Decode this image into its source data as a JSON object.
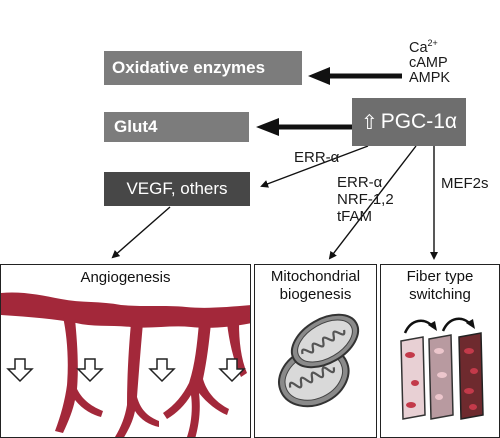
{
  "diagram": {
    "inducers": {
      "line1_base": "Ca",
      "line1_sup": "2+",
      "line2": "cAMP",
      "line3": "AMPK"
    },
    "boxes": {
      "oxidative": "Oxidative enzymes",
      "glut4": "Glut4",
      "pgc": "PGC-1α",
      "vegf": "VEGF, others"
    },
    "edge_labels": {
      "to_vegf": "ERR-α",
      "to_mito": [
        "ERR-α",
        "NRF-1,2",
        "tFAM"
      ],
      "to_fiber": "MEF2s"
    },
    "panels": {
      "angiogenesis": "Angiogenesis",
      "mito_line1": "Mitochondrial",
      "mito_line2": "biogenesis",
      "fiber_line1": "Fiber type",
      "fiber_line2": "switching"
    },
    "colors": {
      "vessel": "#a3283a",
      "box_gray": "#7c7c7c",
      "box_dark": "#474747",
      "fiber_pink": "#e3b8bf",
      "fiber_dark": "#6e2a2e",
      "fiber_nucleus": "#c33a4a"
    }
  }
}
